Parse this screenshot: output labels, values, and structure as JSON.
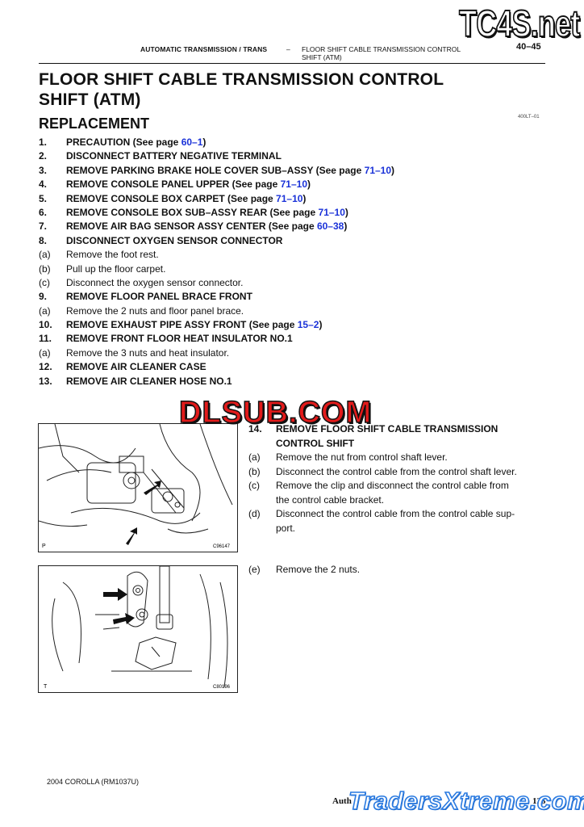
{
  "header": {
    "section": "AUTOMATIC TRANSMISSION / TRANS",
    "dash": "–",
    "topic_line1": "FLOOR SHIFT CABLE TRANSMISSION CONTROL",
    "topic_line2": "SHIFT (ATM)",
    "page_number": "40–45",
    "watermark": "TC4S.net"
  },
  "title_line1": "FLOOR SHIFT CABLE TRANSMISSION CONTROL",
  "title_line2": "SHIFT (ATM)",
  "doc_code": "400LT–01",
  "subtitle": "REPLACEMENT",
  "steps": [
    {
      "n": "1.",
      "bold": true,
      "text": "PRECAUTION (See page ",
      "link": "60–1",
      "after": ")"
    },
    {
      "n": "2.",
      "bold": true,
      "text": "DISCONNECT BATTERY NEGATIVE TERMINAL",
      "link": "",
      "after": ""
    },
    {
      "n": "3.",
      "bold": true,
      "text": "REMOVE PARKING BRAKE HOLE COVER SUB–ASSY (See page ",
      "link": "71–10",
      "after": ")"
    },
    {
      "n": "4.",
      "bold": true,
      "text": "REMOVE CONSOLE PANEL UPPER (See page ",
      "link": "71–10",
      "after": ")"
    },
    {
      "n": "5.",
      "bold": true,
      "text": "REMOVE CONSOLE BOX CARPET (See page ",
      "link": "71–10",
      "after": ")"
    },
    {
      "n": "6.",
      "bold": true,
      "text": "REMOVE CONSOLE BOX SUB–ASSY REAR (See page ",
      "link": "71–10",
      "after": ")"
    },
    {
      "n": "7.",
      "bold": true,
      "text": "REMOVE AIR BAG SENSOR ASSY CENTER (See page ",
      "link": "60–38",
      "after": ")"
    },
    {
      "n": "8.",
      "bold": true,
      "text": "DISCONNECT OXYGEN SENSOR CONNECTOR",
      "link": "",
      "after": ""
    },
    {
      "n": "(a)",
      "bold": false,
      "text": "Remove the foot rest.",
      "link": "",
      "after": ""
    },
    {
      "n": "(b)",
      "bold": false,
      "text": "Pull up the floor carpet.",
      "link": "",
      "after": ""
    },
    {
      "n": "(c)",
      "bold": false,
      "text": "Disconnect the oxygen sensor connector.",
      "link": "",
      "after": ""
    },
    {
      "n": "9.",
      "bold": true,
      "text": "REMOVE FLOOR PANEL BRACE FRONT",
      "link": "",
      "after": ""
    },
    {
      "n": "(a)",
      "bold": false,
      "text": "Remove the 2 nuts and floor panel brace.",
      "link": "",
      "after": ""
    },
    {
      "n": "10.",
      "bold": true,
      "text": "REMOVE EXHAUST PIPE ASSY FRONT (See page ",
      "link": "15–2",
      "after": ")"
    },
    {
      "n": "11.",
      "bold": true,
      "text": "REMOVE FRONT FLOOR HEAT INSULATOR NO.1",
      "link": "",
      "after": ""
    },
    {
      "n": "(a)",
      "bold": false,
      "text": "Remove the 3 nuts and heat insulator.",
      "link": "",
      "after": ""
    },
    {
      "n": "12.",
      "bold": true,
      "text": "REMOVE AIR CLEANER CASE",
      "link": "",
      "after": ""
    },
    {
      "n": "13.",
      "bold": true,
      "text": "REMOVE AIR CLEANER HOSE NO.1",
      "link": "",
      "after": ""
    }
  ],
  "watermark_mid": "DLSUB.COM",
  "step14": {
    "n": "14.",
    "line1": "REMOVE FLOOR SHIFT CABLE TRANSMISSION",
    "line2": "CONTROL SHIFT",
    "subs": [
      {
        "n": "(a)",
        "lines": [
          "Remove the nut from control shaft lever."
        ]
      },
      {
        "n": "(b)",
        "lines": [
          "Disconnect the control cable from the control shaft lever."
        ]
      },
      {
        "n": "(c)",
        "lines": [
          "Remove the clip and disconnect the control cable from",
          "the control cable bracket."
        ]
      },
      {
        "n": "(d)",
        "lines": [
          "Disconnect the control cable from the control cable sup-",
          "port."
        ]
      }
    ],
    "sub_e": {
      "n": "(e)",
      "text": "Remove the 2 nuts."
    }
  },
  "figure1": {
    "corner": "P",
    "id": "C96147"
  },
  "figure2": {
    "corner": "T",
    "id": "C80196"
  },
  "footer": {
    "model": "2004 COROLLA   (RM1037U)",
    "author": "Auth",
    "page_fragment": "125",
    "watermark": "TradersXtreme.com"
  }
}
